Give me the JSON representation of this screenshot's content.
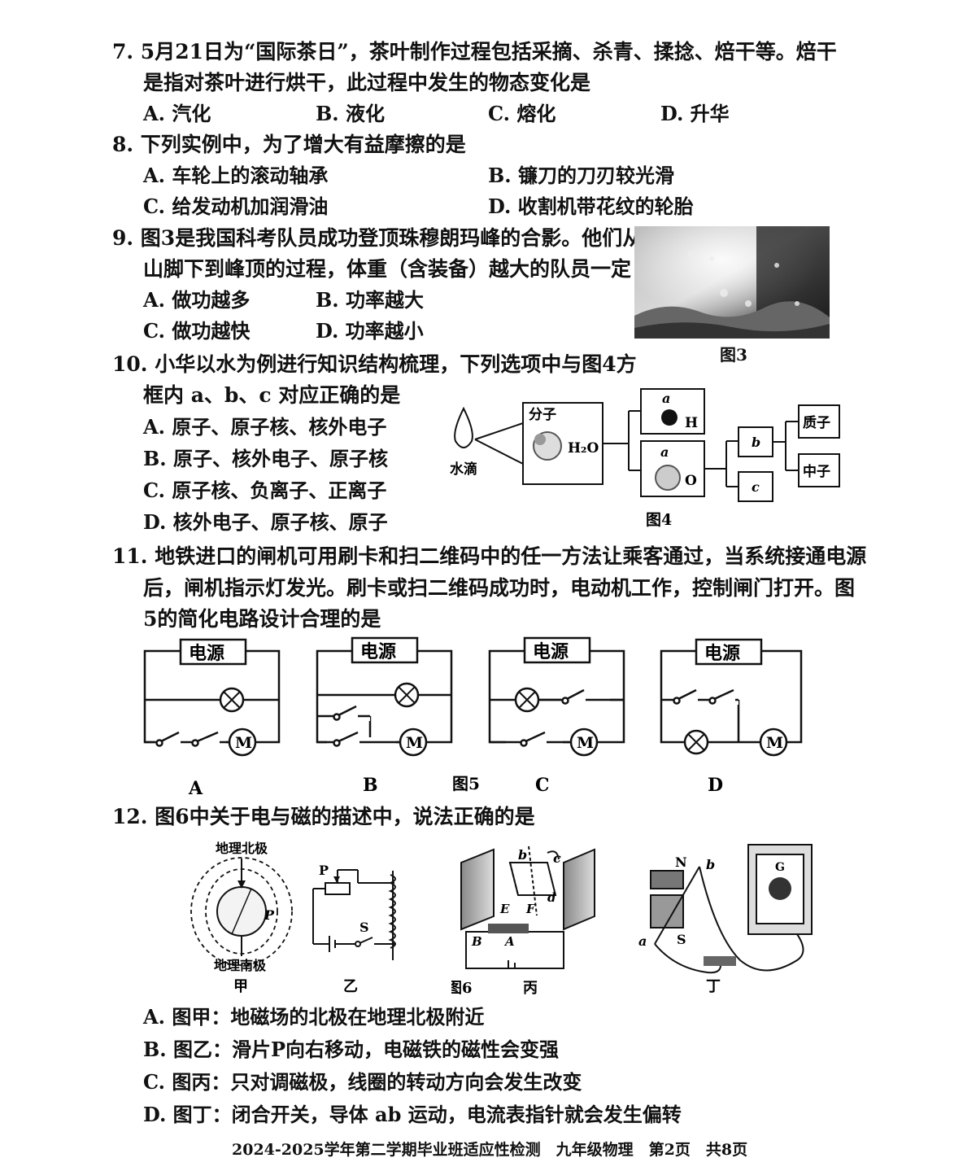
{
  "q7": {
    "line1": "7. 5月21日为“国际茶日”，茶叶制作过程包括采摘、杀青、揉捻、焙干等。焙干",
    "line2": "是指对茶叶进行烘干，此过程中发生的物态变化是",
    "options": [
      "A. 汽化",
      "B. 液化",
      "C. 熔化",
      "D. 升华"
    ]
  },
  "q8": {
    "line1": "8. 下列实例中，为了增大有益摩擦的是",
    "options": [
      "A. 车轮上的滚动轴承",
      "B. 镰刀的刀刃较光滑",
      "C. 给发动机加润滑油",
      "D. 收割机带花纹的轮胎"
    ]
  },
  "q9": {
    "line1": "9. 图3是我国科考队员成功登顶珠穆朗玛峰的合影。他们从",
    "line2": "山脚下到峰顶的过程，体重（含装备）越大的队员一定",
    "options": [
      "A. 做功越多",
      "B. 功率越大",
      "C. 做功越快",
      "D. 功率越小"
    ],
    "figure_caption": "图3"
  },
  "q10": {
    "line1": "10. 小华以水为例进行知识结构梳理，下列选项中与图4方",
    "line2": "框内 a、b、c 对应正确的是",
    "options": [
      "A. 原子、原子核、核外电子",
      "B. 原子、核外电子、原子核",
      "C. 原子核、负离子、正离子",
      "D. 核外电子、原子核、原子"
    ],
    "figure": {
      "drop_label": "水滴",
      "molecule_label": "分子",
      "formula": "H₂O",
      "a": "a",
      "h": "H",
      "o": "O",
      "b": "b",
      "c": "c",
      "proton": "质子",
      "neutron": "中子",
      "caption": "图4"
    }
  },
  "q11": {
    "line1": "11. 地铁进口的闸机可用刷卡和扫二维码中的任一方法让乘客通过，当系统接通电源",
    "line2": "后，闸机指示灯发光。刷卡或扫二维码成功时，电动机工作，控制闸门打开。图",
    "line3": "5的简化电路设计合理的是",
    "power_label": "电源",
    "motor_label": "M",
    "circuit_labels": [
      "A",
      "B",
      "C",
      "D"
    ],
    "figure_caption": "图5"
  },
  "q12": {
    "line1": "12. 图6中关于电与磁的描述中，说法正确的是",
    "fig_jia": {
      "north": "地理北极",
      "south": "地理南极",
      "p": "P",
      "caption": "甲"
    },
    "fig_yi": {
      "p": "P",
      "s": "S",
      "caption": "乙"
    },
    "fig_bing": {
      "b": "b",
      "c": "c",
      "d": "d",
      "e": "E",
      "f": "F",
      "B": "B",
      "A": "A",
      "caption": "丙"
    },
    "fig_ding": {
      "n": "N",
      "b": "b",
      "a": "a",
      "s": "S",
      "g": "G",
      "caption": "丁"
    },
    "figure_caption": "图6",
    "options": [
      "A. 图甲：地磁场的北极在地理北极附近",
      "B. 图乙：滑片P向右移动，电磁铁的磁性会变强",
      "C. 图丙：只对调磁极，线圈的转动方向会发生改变",
      "D. 图丁：闭合开关，导体 ab 运动，电流表指针就会发生偏转"
    ]
  },
  "footer": "2024-2025学年第二学期毕业班适应性检测　九年级物理　第2页　共8页"
}
